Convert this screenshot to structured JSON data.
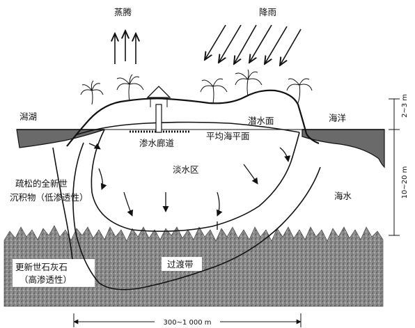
{
  "labels": {
    "evaporation": "蒸腾",
    "rain": "降雨",
    "lagoon": "潟湖",
    "ocean": "海洋",
    "water_table": "潜水面",
    "mean_sea_level": "平均海平面",
    "gallery": "渗水廊道",
    "fresh_zone": "淡水区",
    "holocene_line1": "疏松的全新世",
    "holocene_line2": "沉积物（低渗透性）",
    "seawater": "海水",
    "transition": "过渡带",
    "pleistocene_line1": "更新世石灰石",
    "pleistocene_line2": "（高渗透性）"
  },
  "dimensions": {
    "height_top": "2~3 m",
    "height_lens": "10~20 m",
    "width": "300~1 000 m"
  }
}
